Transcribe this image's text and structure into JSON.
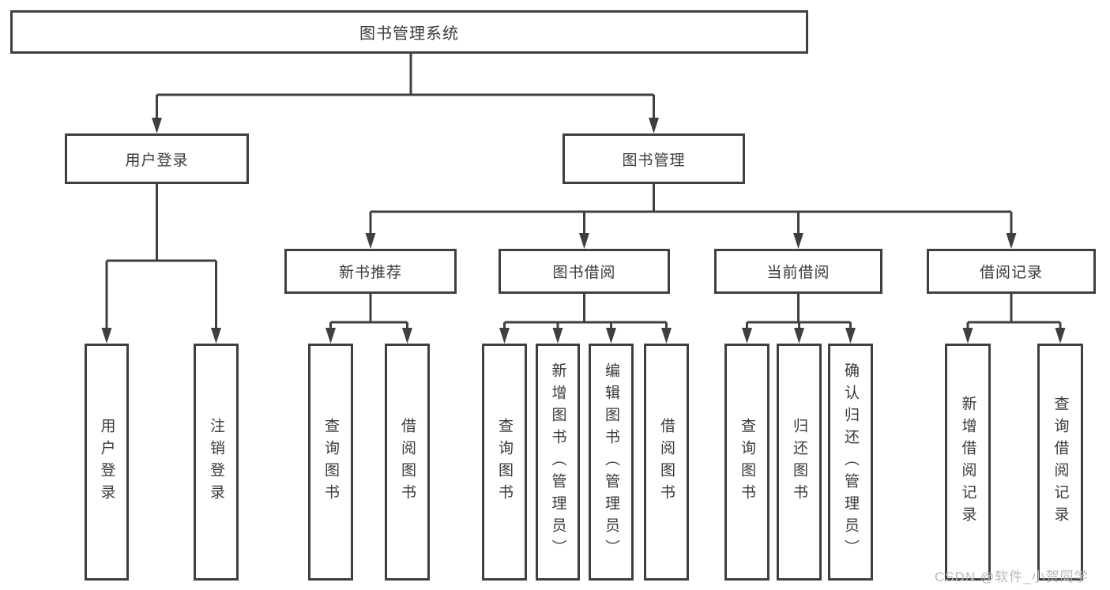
{
  "diagram": {
    "tree": {
      "label": "图书管理系统",
      "children": [
        {
          "label": "用户登录",
          "children": [
            {
              "label": "用户登录"
            },
            {
              "label": "注销登录"
            }
          ]
        },
        {
          "label": "图书管理",
          "children": [
            {
              "label": "新书推荐",
              "children": [
                {
                  "label": "查询图书"
                },
                {
                  "label": "借阅图书"
                }
              ]
            },
            {
              "label": "图书借阅",
              "children": [
                {
                  "label": "查询图书"
                },
                {
                  "label": "新增图书（管理员）"
                },
                {
                  "label": "编辑图书（管理员）"
                },
                {
                  "label": "借阅图书"
                }
              ]
            },
            {
              "label": "当前借阅",
              "children": [
                {
                  "label": "查询图书"
                },
                {
                  "label": "归还图书"
                },
                {
                  "label": "确认归还（管理员）"
                }
              ]
            },
            {
              "label": "借阅记录",
              "children": [
                {
                  "label": "新增借阅记录"
                },
                {
                  "label": "查询借阅记录"
                }
              ]
            }
          ]
        }
      ]
    },
    "colors": {
      "line": "#3f3f3f",
      "text": "#3a3a3a",
      "background": "#ffffff",
      "watermark_text_color": "#b9b9b9"
    }
  },
  "watermark": "CSDN @软件_小贺同学"
}
